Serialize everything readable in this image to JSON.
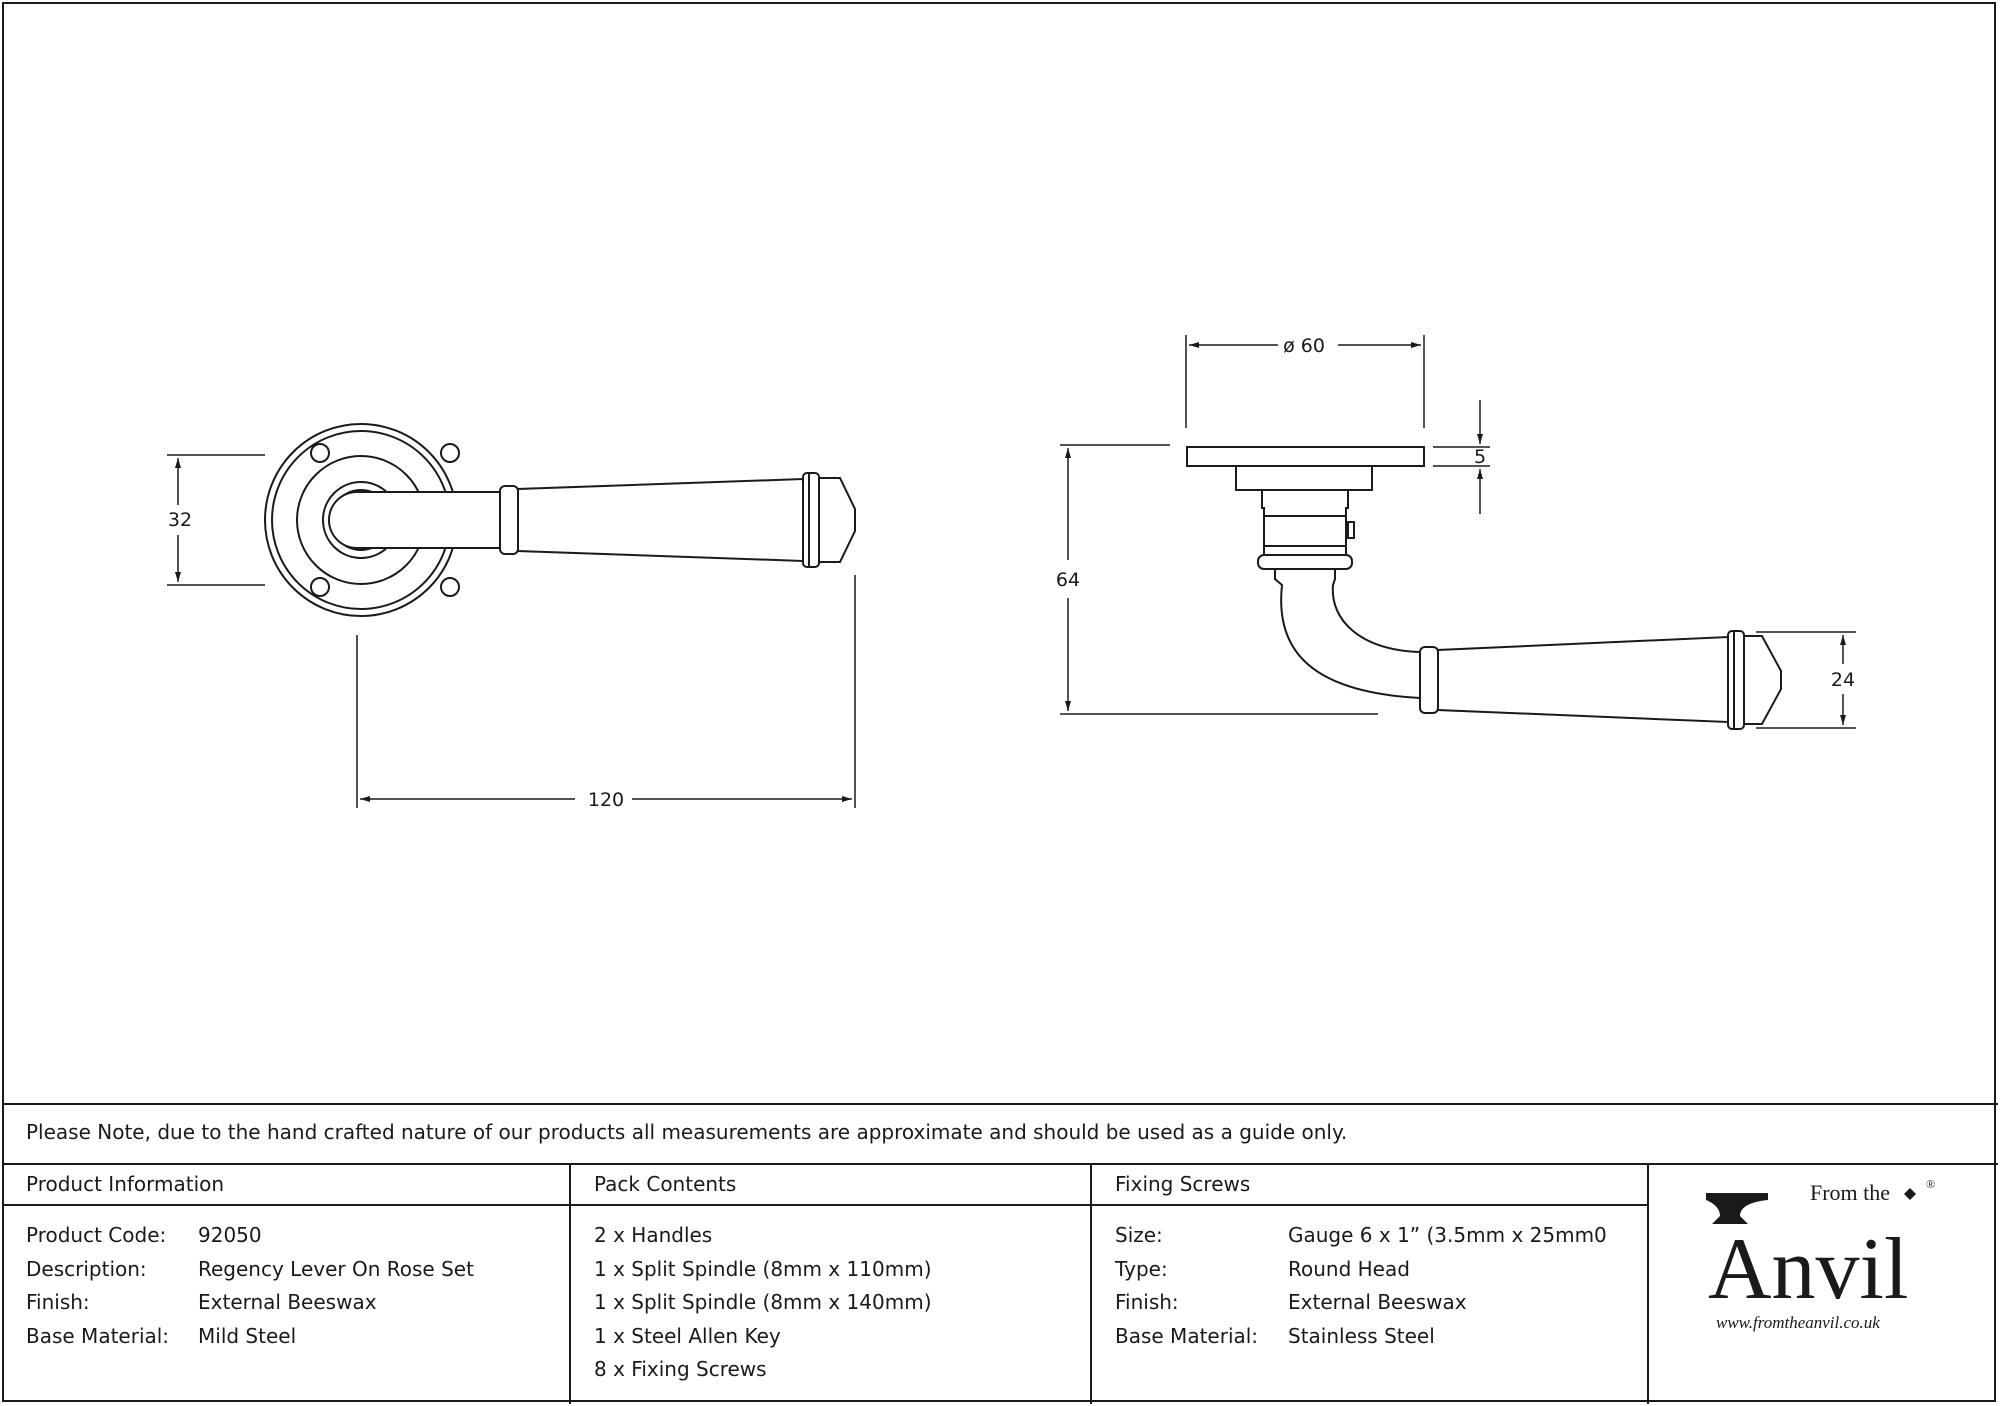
{
  "dimensions": {
    "front_height": "32",
    "front_length": "120",
    "side_diameter": "ø 60",
    "side_rose_thickness": "5",
    "side_height": "64",
    "side_lever_height": "24"
  },
  "note": "Please Note, due to the hand crafted nature of our products all measurements are approximate and should be used as a guide only.",
  "product_info": {
    "title": "Product Information",
    "rows": [
      {
        "label": "Product Code:",
        "value": "92050"
      },
      {
        "label": "Description:",
        "value": "Regency Lever On Rose Set"
      },
      {
        "label": "Finish:",
        "value": "External Beeswax"
      },
      {
        "label": "Base Material:",
        "value": "Mild Steel"
      }
    ]
  },
  "pack_contents": {
    "title": "Pack Contents",
    "items": [
      "2 x Handles",
      "1 x Split Spindle (8mm x 110mm)",
      "1 x Split Spindle (8mm x 140mm)",
      "1 x Steel Allen Key",
      "8 x Fixing Screws"
    ]
  },
  "fixing_screws": {
    "title": "Fixing Screws",
    "rows": [
      {
        "label": "Size:",
        "value": "Gauge 6 x 1” (3.5mm x 25mm0"
      },
      {
        "label": "Type:",
        "value": "Round Head"
      },
      {
        "label": "Finish:",
        "value": "External Beeswax"
      },
      {
        "label": "Base Material:",
        "value": "Stainless Steel"
      }
    ]
  },
  "logo": {
    "from_the": "From the",
    "brand": "Anvil",
    "registered": "®",
    "url": "www.fromtheanvil.co.uk"
  }
}
